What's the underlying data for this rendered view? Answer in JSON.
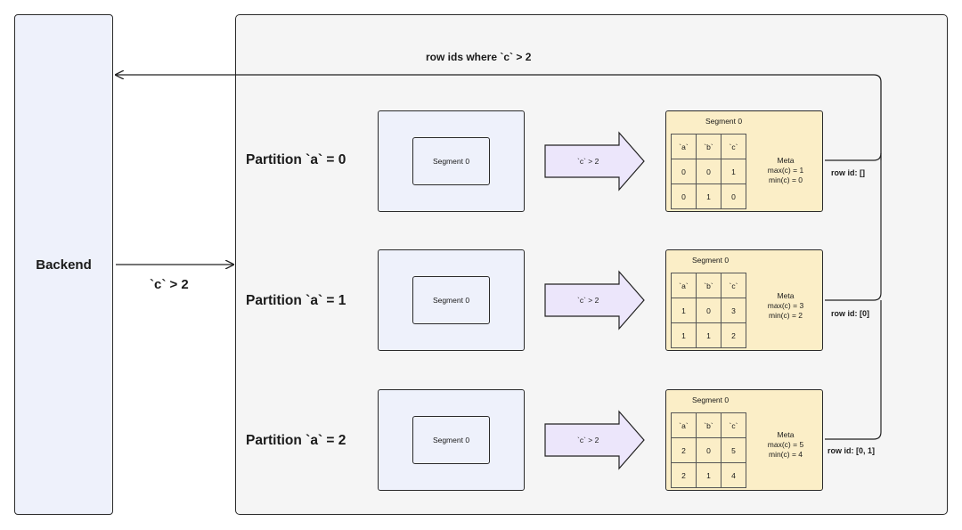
{
  "backend": {
    "label": "Backend"
  },
  "top_label": "row ids where `c` > 2",
  "filter_condition": "`c` > 2",
  "partitions": [
    {
      "label": "Partition `a` = 0",
      "segment_label": "Segment 0",
      "filter_label": "`c` > 2",
      "result": {
        "title": "Segment 0",
        "headers": [
          "`a`",
          "`b`",
          "`c`"
        ],
        "rows": [
          [
            "0",
            "0",
            "1"
          ],
          [
            "0",
            "1",
            "0"
          ]
        ],
        "meta": {
          "title": "Meta",
          "max": "max(c) = 1",
          "min": "min(c) = 0"
        }
      },
      "row_id": "row id: []"
    },
    {
      "label": "Partition `a` = 1",
      "segment_label": "Segment 0",
      "filter_label": "`c` > 2",
      "result": {
        "title": "Segment 0",
        "headers": [
          "`a`",
          "`b`",
          "`c`"
        ],
        "rows": [
          [
            "1",
            "0",
            "3"
          ],
          [
            "1",
            "1",
            "2"
          ]
        ],
        "meta": {
          "title": "Meta",
          "max": "max(c) = 3",
          "min": "min(c) = 2"
        }
      },
      "row_id": "row id: [0]"
    },
    {
      "label": "Partition `a` = 2",
      "segment_label": "Segment 0",
      "filter_label": "`c` > 2",
      "result": {
        "title": "Segment 0",
        "headers": [
          "`a`",
          "`b`",
          "`c`"
        ],
        "rows": [
          [
            "2",
            "0",
            "5"
          ],
          [
            "2",
            "1",
            "4"
          ]
        ],
        "meta": {
          "title": "Meta",
          "max": "max(c) = 5",
          "min": "min(c) = 4"
        }
      },
      "row_id": "row id: [0, 1]"
    }
  ],
  "colors": {
    "backend_fill": "#eef1fb",
    "cluster_fill": "#f5f5f5",
    "partition_fill": "#eef1fb",
    "filter_arrow_fill": "#ece6fb",
    "segment_output_fill": "#fbeec7",
    "meta_fill": "#d5dcf3"
  }
}
